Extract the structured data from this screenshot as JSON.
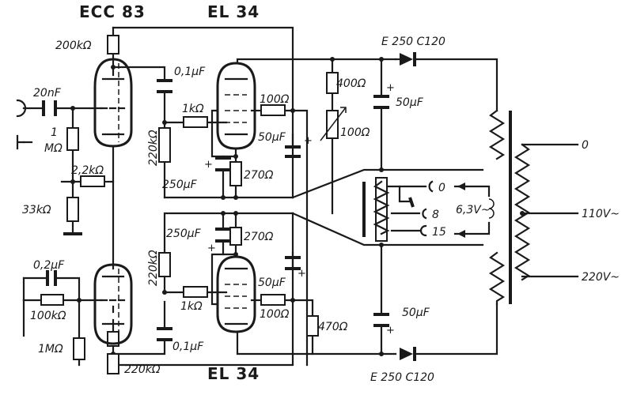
{
  "tubes": {
    "preamp": "ECC 83",
    "power_top": "EL 34",
    "power_bottom": "EL 34"
  },
  "labels": {
    "r_200k": "200kΩ",
    "c_01u_top": "0,1µF",
    "c_20n": "20nF",
    "r_1M_top_a": "1",
    "r_1M_top_b": "MΩ",
    "r_2k2": "2,2kΩ",
    "r_33k": "33kΩ",
    "r_220k_top": "220kΩ",
    "r_1k_top": "1kΩ",
    "r_100_top": "100Ω",
    "c_50u_top": "50µF",
    "c_250u_top": "250µF",
    "r_270_top": "270Ω",
    "r_400": "400Ω",
    "pot_100": "100Ω",
    "c_50u_supply_top": "50µF",
    "diode_top": "E 250 C120",
    "c_02u": "0,2µF",
    "r_100k": "100kΩ",
    "r_1M_bot": "1MΩ",
    "r_220k_bot": "220kΩ",
    "c_01u_bot": "0,1µF",
    "c_250u_bot": "250µF",
    "r_270_bot": "270Ω",
    "r_220k_mid": "220kΩ",
    "r_1k_bot": "1kΩ",
    "r_100_bot": "100Ω",
    "c_50u_bot": "50µF",
    "r_470": "470Ω",
    "c_50u_supply_bot": "50µF",
    "diode_bot": "E 250 C120",
    "tap_0": "0",
    "tap_8": "8",
    "tap_15": "15",
    "heater": "6,3V~",
    "mains_0": "0",
    "mains_110": "110V~",
    "mains_220": "220V~",
    "plus": "+"
  }
}
